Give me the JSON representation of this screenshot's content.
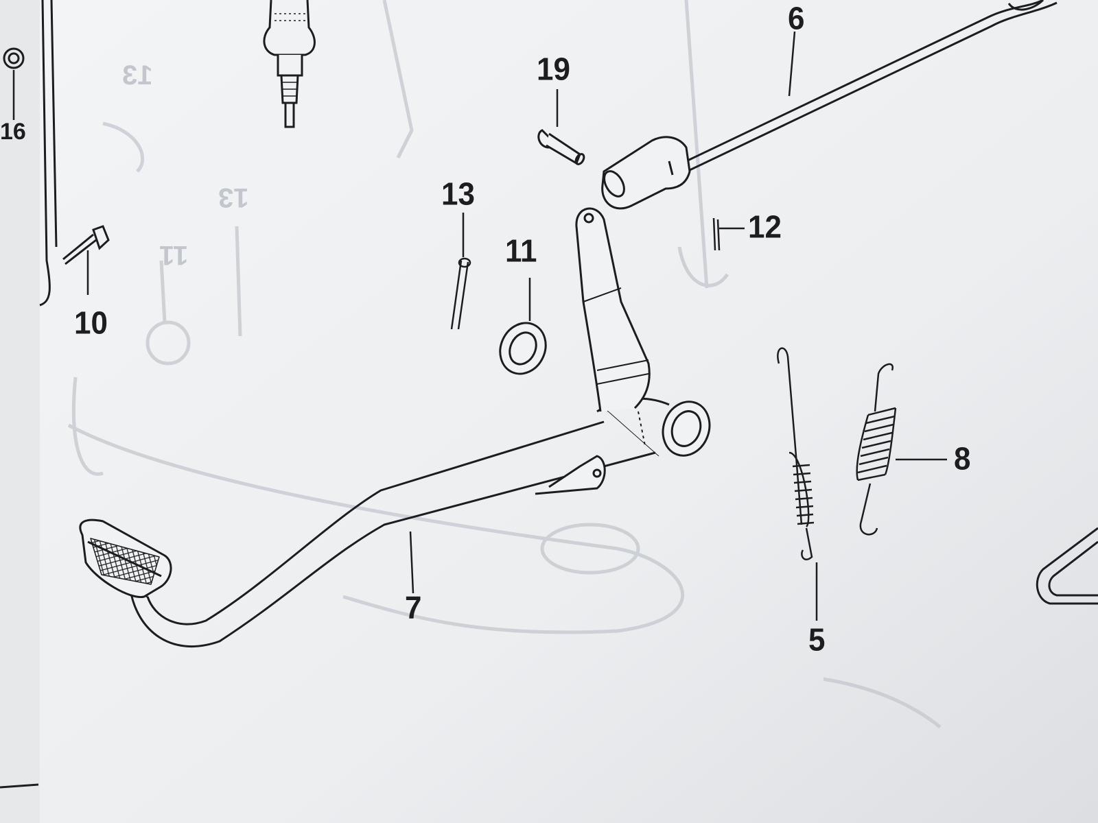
{
  "diagram": {
    "callouts": {
      "c6": "6",
      "c19": "19",
      "c13": "13",
      "c11": "11",
      "c12": "12",
      "c10": "10",
      "c16": "16",
      "c8": "8",
      "c7": "7",
      "c5": "5"
    },
    "ghost_callouts": {
      "g13a": "13",
      "g13b": "13",
      "g11": "11"
    },
    "colors": {
      "paper": "#eceef0",
      "paper_shadow": "#d4d6da",
      "ink": "#1d1d1f",
      "ghost": "#c3c7cd",
      "background_page": "#9c9ea3"
    },
    "icons": [
      "brake-pedal-icon",
      "brake-rod-icon",
      "pin-bolt-icon",
      "cotter-pin-icon",
      "washer-icon",
      "return-spring-icon",
      "stop-switch-spring-icon",
      "bolt-icon",
      "spark-plug-icon"
    ]
  }
}
